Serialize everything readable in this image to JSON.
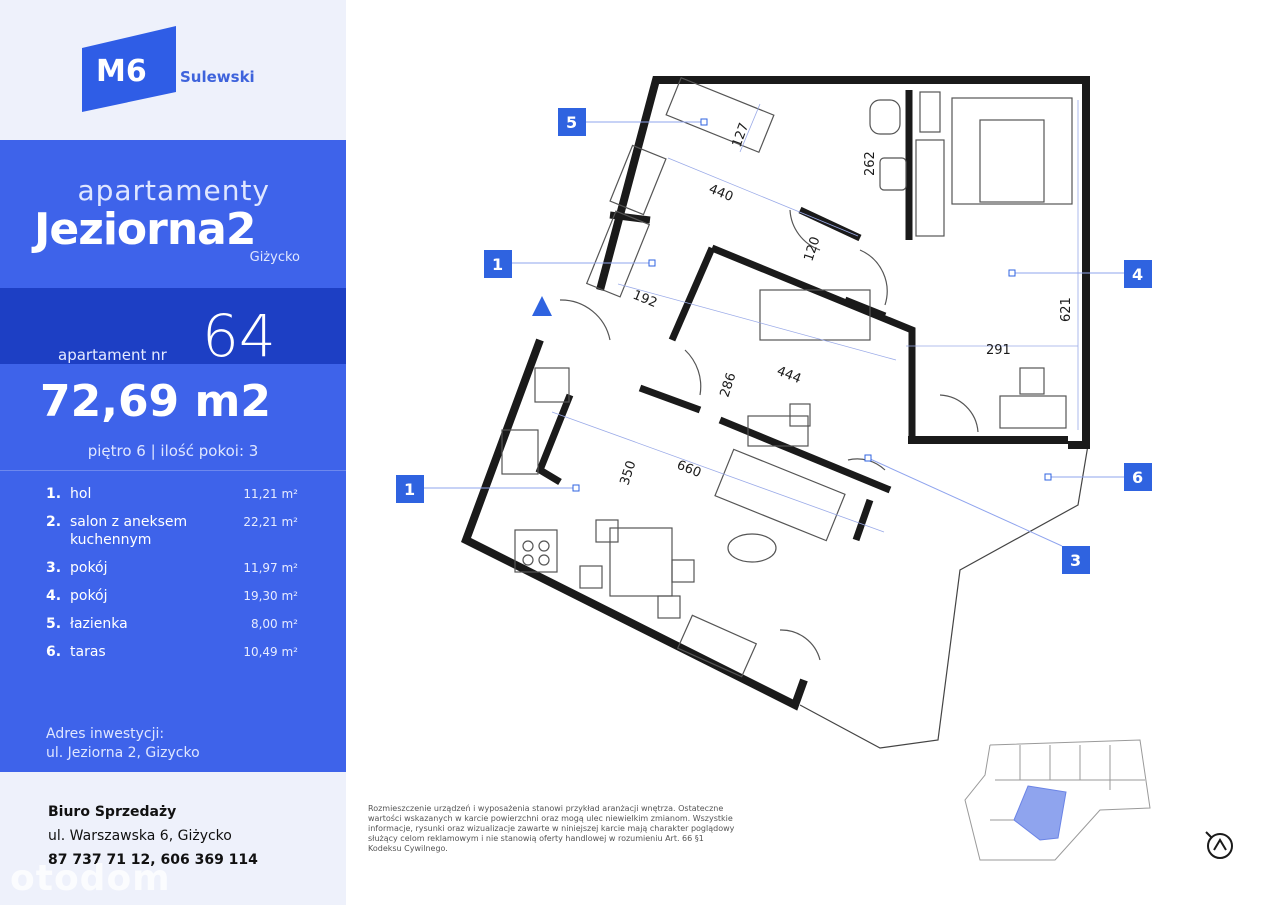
{
  "brand": {
    "logo": "M6",
    "name": "Sulewski"
  },
  "project": {
    "prefix": "apartamenty",
    "name": "Jeziorna2",
    "city": "Giżycko"
  },
  "apartment": {
    "label": "apartament nr",
    "number": "64",
    "area": "72,69 m2",
    "floor_line": "piętro 6  |  ilość pokoi:  3"
  },
  "rooms": [
    {
      "num": "1.",
      "name": "hol",
      "area": "11,21 m²"
    },
    {
      "num": "2.",
      "name": "salon z aneksem kuchennym",
      "area": "22,21 m²"
    },
    {
      "num": "3.",
      "name": "pokój",
      "area": "11,97 m²"
    },
    {
      "num": "4.",
      "name": "pokój",
      "area": "19,30 m²"
    },
    {
      "num": "5.",
      "name": "łazienka",
      "area": "8,00 m²"
    },
    {
      "num": "6.",
      "name": "taras",
      "area": "10,49 m²"
    }
  ],
  "address": {
    "line1": "Adres inwestycji:",
    "line2": "ul. Jeziorna 2, Gizycko"
  },
  "sales": {
    "title": "Biuro Sprzedaży",
    "address": "ul. Warszawska 6, Giżycko",
    "phones": "87 737 71 12, 606 369 114"
  },
  "watermark": "otodom",
  "plan": {
    "dimensions": [
      "127",
      "262",
      "440",
      "120",
      "192",
      "621",
      "291",
      "444",
      "286",
      "350",
      "660"
    ],
    "labels": [
      "5",
      "1",
      "4",
      "1",
      "6",
      "3"
    ]
  },
  "disclaimer": "Rozmieszczenie urządzeń i wyposażenia stanowi przykład aranżacji wnętrza. Ostateczne wartości wskazanych w karcie powierzchni oraz mogą ulec niewielkim zmianom. Wszystkie informacje, rysunki oraz wizualizacje zawarte w niniejszej karcie mają charakter poglądowy służący celom reklamowym i nie stanowią oferty handlowej w rozumieniu Art. 66 §1 Kodeksu Cywilnego.",
  "colors": {
    "accent": "#3e63ea",
    "accent_dark": "#1d3fc4",
    "panel_bg": "#eef1fb",
    "label_box": "#2f63e0",
    "highlight": "#8fa4ee"
  }
}
